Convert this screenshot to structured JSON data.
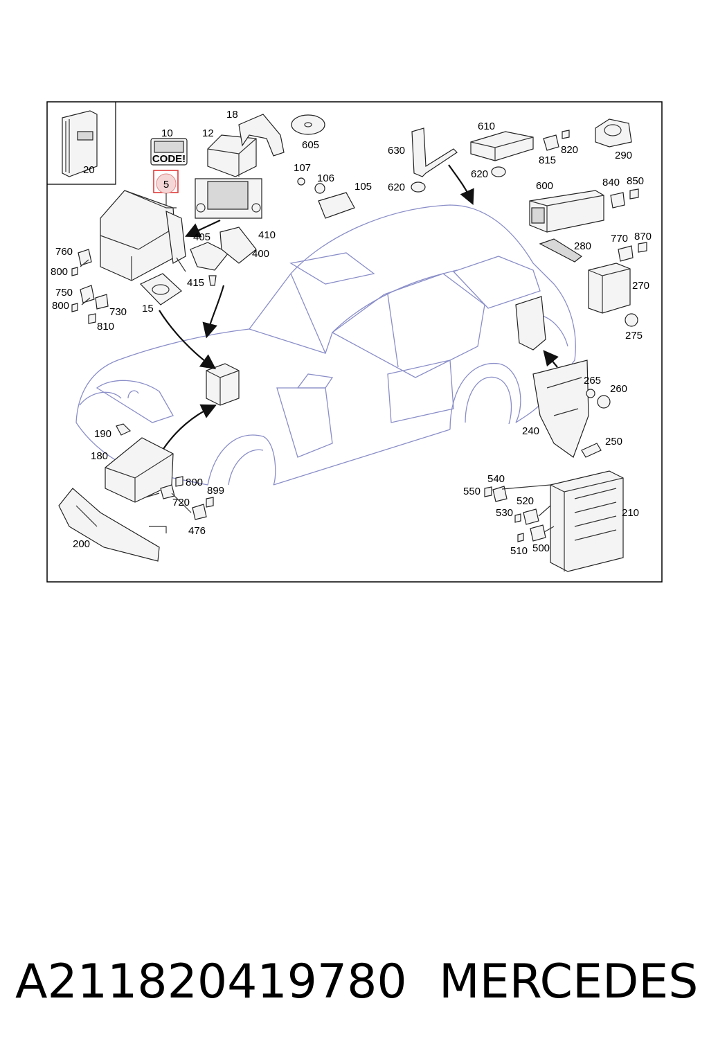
{
  "diagram": {
    "code_badge": "CODE!",
    "highlighted_callout": "5",
    "callouts": [
      "10",
      "12",
      "18",
      "20",
      "605",
      "630",
      "610",
      "820",
      "290",
      "815",
      "620",
      "107",
      "106",
      "105",
      "620",
      "600",
      "840",
      "850",
      "410",
      "405",
      "400",
      "415",
      "15",
      "760",
      "800",
      "750",
      "800",
      "730",
      "810",
      "280",
      "770",
      "870",
      "270",
      "275",
      "265",
      "260",
      "240",
      "250",
      "190",
      "180",
      "800",
      "720",
      "899",
      "476",
      "200",
      "540",
      "550",
      "520",
      "530",
      "510",
      "500",
      "210"
    ]
  },
  "caption": {
    "part_number": "A211820419780",
    "brand": "MERCEDES"
  }
}
